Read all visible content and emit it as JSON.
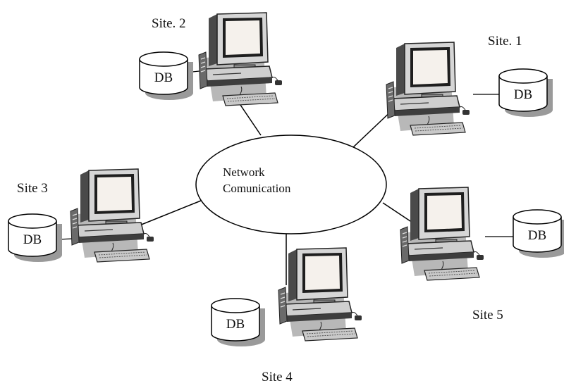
{
  "network": {
    "line1": "Network",
    "line2": "Comunication"
  },
  "sites": [
    {
      "label": "Site. 1",
      "db_label": "DB"
    },
    {
      "label": "Site. 2",
      "db_label": "DB"
    },
    {
      "label": "Site 3",
      "db_label": "DB"
    },
    {
      "label": "Site 4",
      "db_label": "DB"
    },
    {
      "label": "Site 5",
      "db_label": "DB"
    }
  ],
  "colors": {
    "line": "#000000",
    "shadow": "#9a9a9a",
    "monitor_body": "#d6d6d6",
    "monitor_dark": "#5a5a5a",
    "screen": "#f5f1ec"
  }
}
